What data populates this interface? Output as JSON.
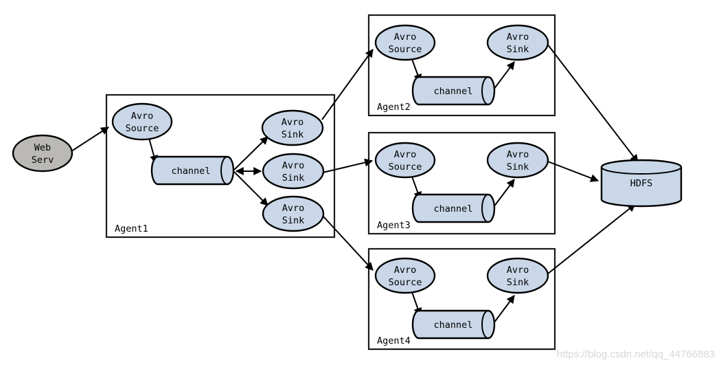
{
  "diagram": {
    "web_server": {
      "line1": "Web",
      "line2": "Serv"
    },
    "hdfs": {
      "label": "HDFS"
    },
    "agent1": {
      "label": "Agent1",
      "source": {
        "line1": "Avro",
        "line2": "Source"
      },
      "channel_label": "channel",
      "sinks": [
        {
          "line1": "Avro",
          "line2": "Sink"
        },
        {
          "line1": "Avro",
          "line2": "Sink"
        },
        {
          "line1": "Avro",
          "line2": "Sink"
        }
      ]
    },
    "agent2": {
      "label": "Agent2",
      "source": {
        "line1": "Avro",
        "line2": "Source"
      },
      "channel_label": "channel",
      "sink": {
        "line1": "Avro",
        "line2": "Sink"
      }
    },
    "agent3": {
      "label": "Agent3",
      "source": {
        "line1": "Avro",
        "line2": "Source"
      },
      "channel_label": "channel",
      "sink": {
        "line1": "Avro",
        "line2": "Sink"
      }
    },
    "agent4": {
      "label": "Agent4",
      "source": {
        "line1": "Avro",
        "line2": "Source"
      },
      "channel_label": "channel",
      "sink": {
        "line1": "Avro",
        "line2": "Sink"
      }
    }
  },
  "watermark": "https://blog.csdn.net/qq_44766883",
  "colors": {
    "node_fill": "#c9d7e8",
    "web_fill": "#bab9b5",
    "line": "#000000",
    "watermark": "#d7d7d7"
  }
}
